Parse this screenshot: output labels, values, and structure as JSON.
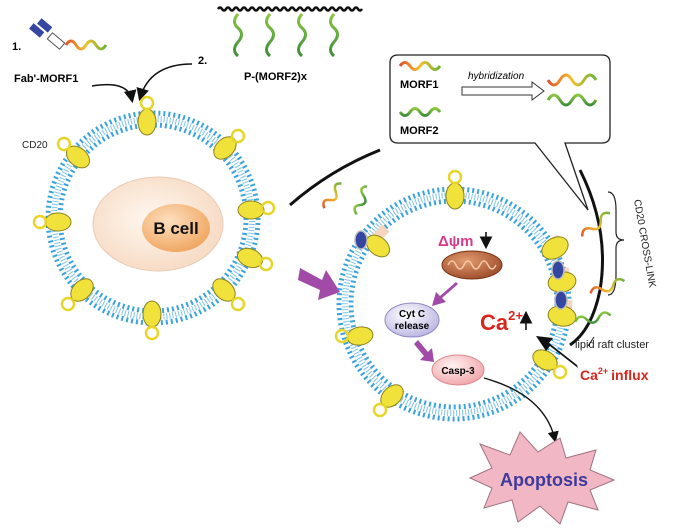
{
  "labels": {
    "step1": "1.",
    "step2": "2.",
    "fab_morf1": "Fab'-MORF1",
    "p_morf2x": "P-(MORF2)x",
    "cd20": "CD20",
    "b_cell": "B cell",
    "morf1": "MORF1",
    "morf2": "MORF2",
    "hybridization": "hybridization",
    "cd20_crosslink": "CD20 CROSS-LINK",
    "delta_psi_m": "Δψm",
    "cyt_c_line1": "Cyt C",
    "cyt_c_line2": "release",
    "casp3": "Casp-3",
    "ca_base": "Ca",
    "ca_sup": "2+",
    "lipid_raft": "lipid raft cluster",
    "influx_base": "Ca",
    "influx_sup": "2+",
    "influx_word": "influx",
    "apoptosis": "Apoptosis"
  },
  "colors": {
    "membrane_head": "#3aa3dc",
    "membrane_tail": "#7fc4ea",
    "cd20_protein": "#f0e23a",
    "nucleus_fill": "#fbe7d6",
    "purple_arrow": "#a24aa8",
    "red_text": "#d9261c",
    "magenta_text": "#d63b8a",
    "apoptosis_star": "#f2b7c4",
    "apoptosis_text": "#3e3a9c"
  }
}
